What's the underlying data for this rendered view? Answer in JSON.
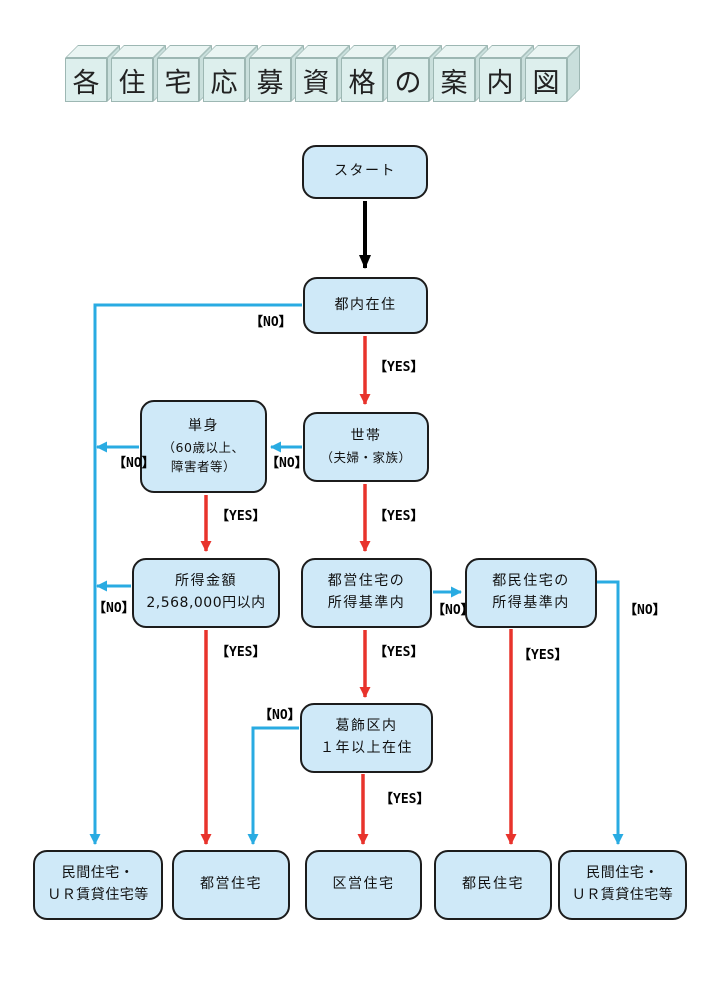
{
  "title": {
    "chars": [
      "各",
      "住",
      "宅",
      "応",
      "募",
      "資",
      "格",
      "の",
      "案",
      "内",
      "図"
    ]
  },
  "labels": {
    "yes": "【YES】",
    "no": "【NO】"
  },
  "colors": {
    "yes-red": "#e8332c",
    "no-blue": "#29abe2",
    "arrow-black": "#000000",
    "node-fill": "#cfe9f8",
    "node-border": "#1c1c1c",
    "cube-face": "#ddefed",
    "cube-top": "#eaf5f3",
    "cube-side": "#c9dfdc",
    "cube-border": "#9db7b3",
    "bg": "#ffffff"
  },
  "nodes": {
    "start": {
      "lines": [
        "スタート"
      ]
    },
    "tonai": {
      "lines": [
        "都内在住"
      ]
    },
    "setai": {
      "lines": [
        "世帯",
        "（夫婦・家族）"
      ]
    },
    "tanshin": {
      "lines": [
        "単身",
        "（60歳以上、",
        "障害者等）"
      ]
    },
    "shotoku": {
      "lines": [
        "所得金額",
        "2,568,000円以内"
      ]
    },
    "toeiKijun": {
      "lines": [
        "都営住宅の",
        "所得基準内"
      ]
    },
    "tominKijun": {
      "lines": [
        "都民住宅の",
        "所得基準内"
      ]
    },
    "katsushika": {
      "lines": [
        "葛飾区内",
        "１年以上在住"
      ]
    },
    "minkanLeft": {
      "lines": [
        "民間住宅・",
        "ＵＲ賃貸住宅等"
      ]
    },
    "toei": {
      "lines": [
        "都営住宅"
      ]
    },
    "kuei": {
      "lines": [
        "区営住宅"
      ]
    },
    "tomin": {
      "lines": [
        "都民住宅"
      ]
    },
    "minkanRight": {
      "lines": [
        "民間住宅・",
        "ＵＲ賃貸住宅等"
      ]
    }
  }
}
